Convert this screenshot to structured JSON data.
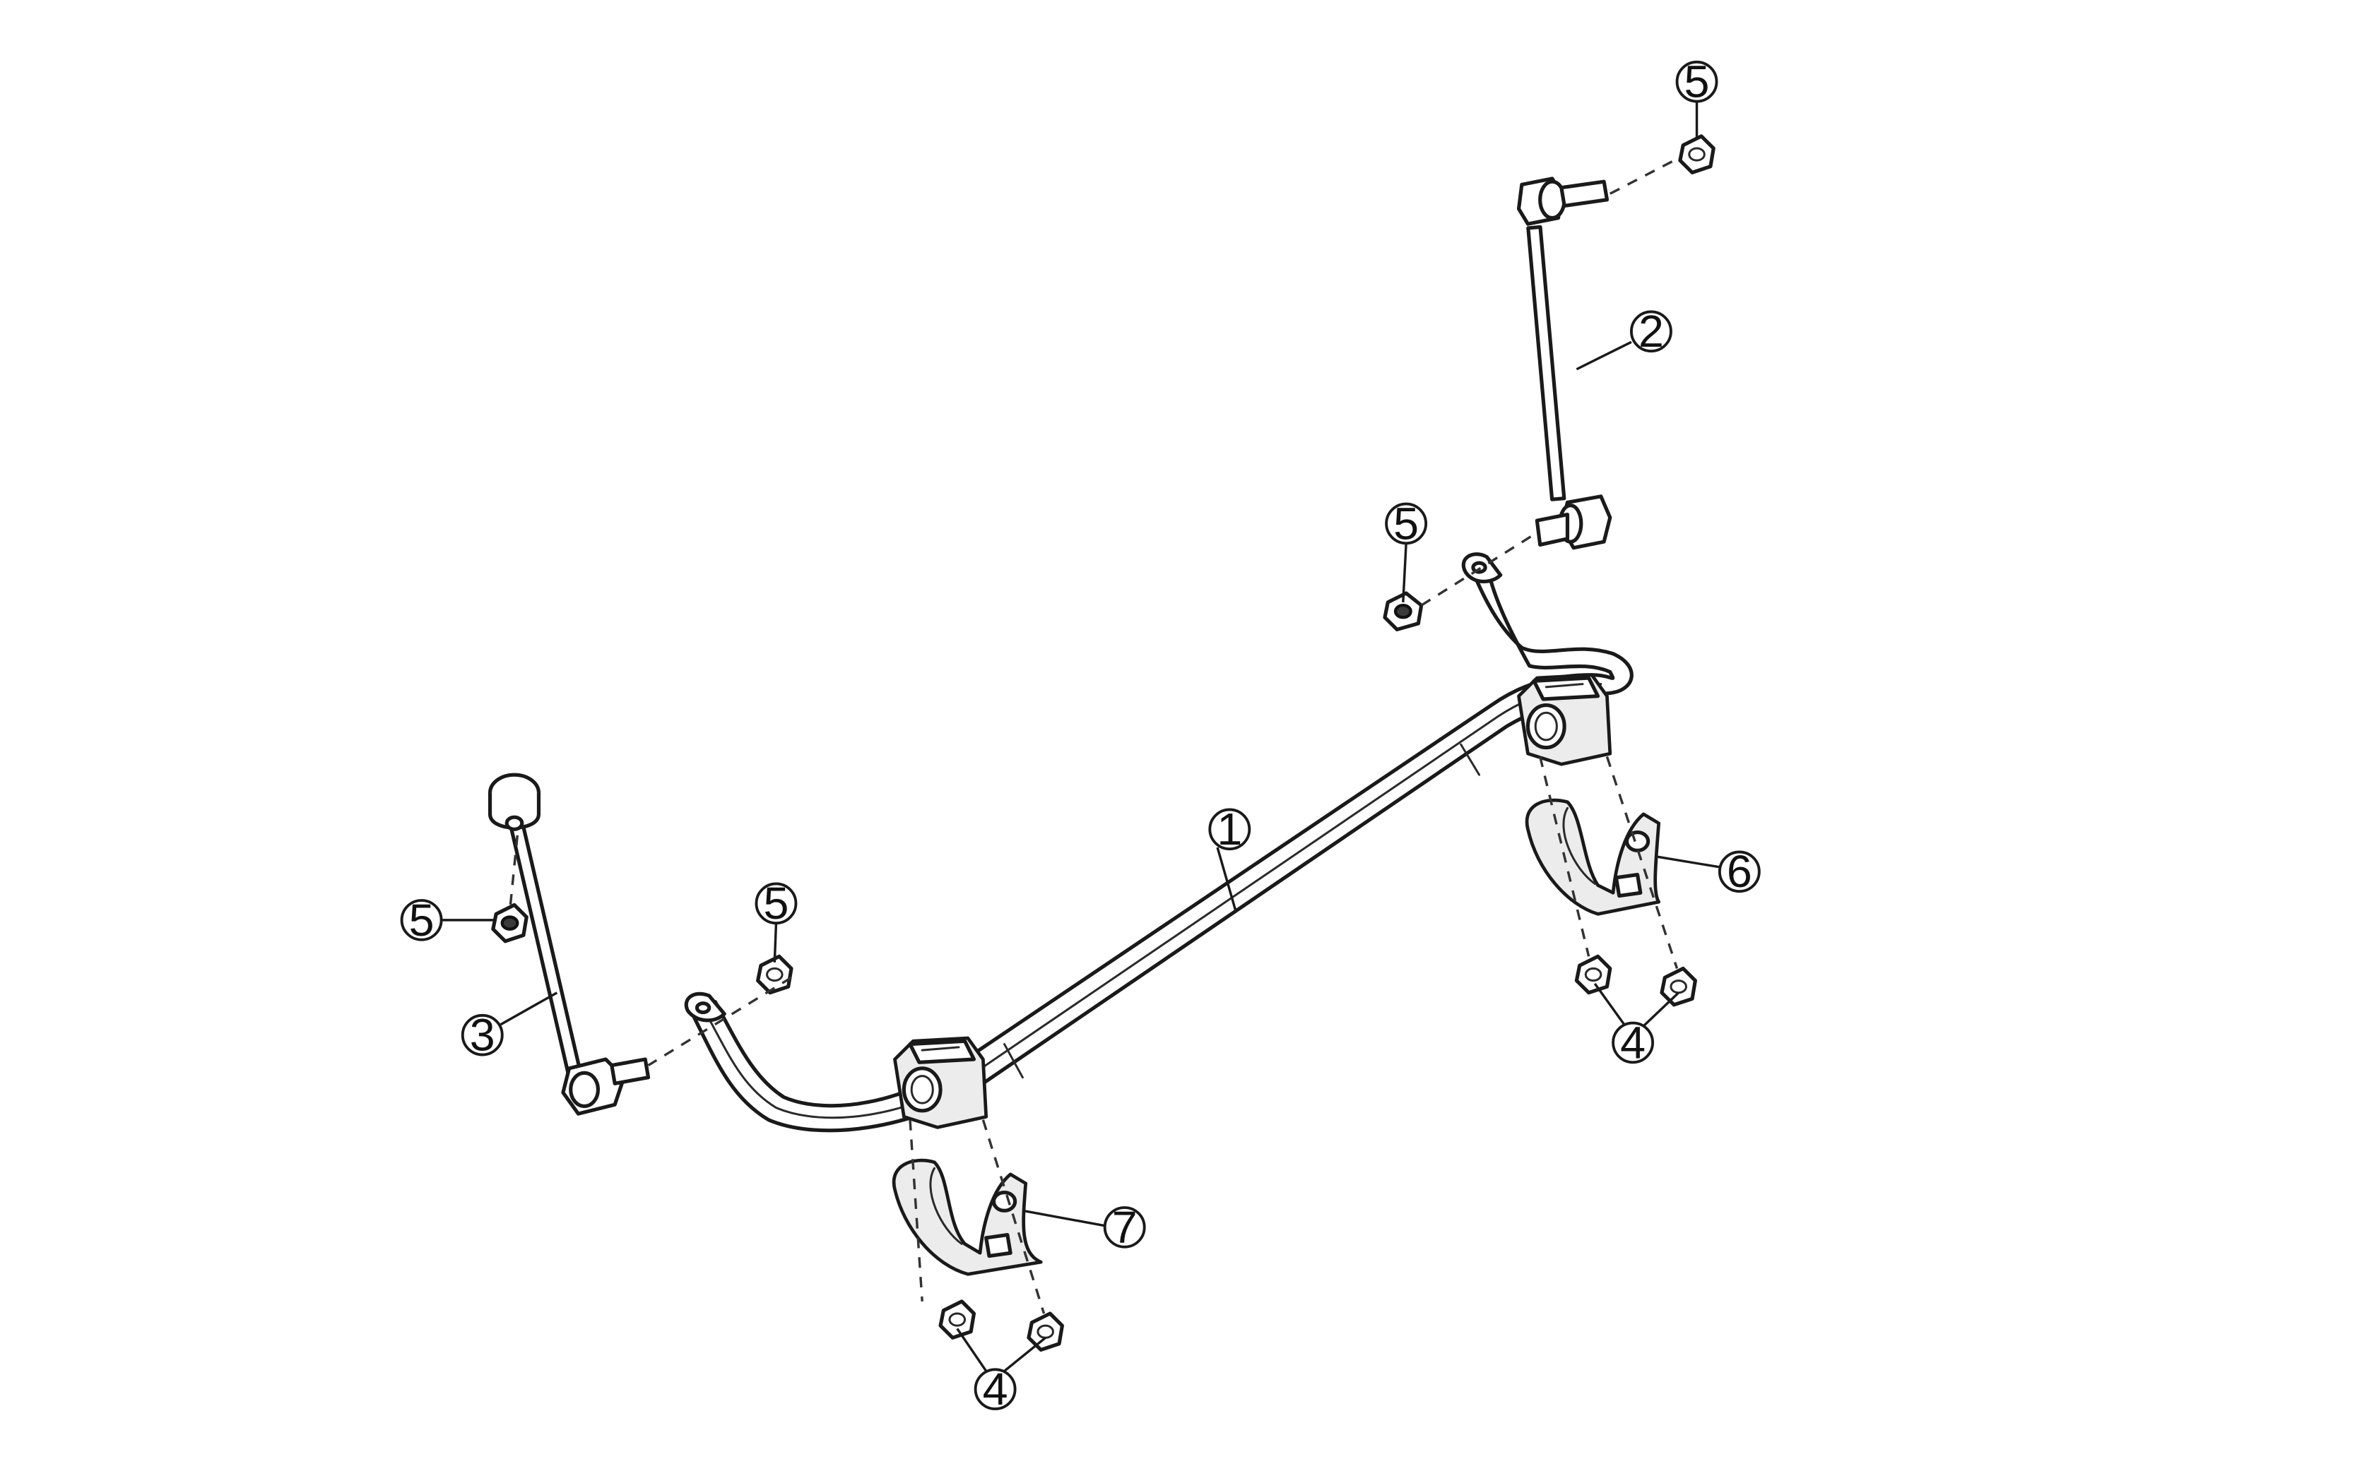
{
  "callouts": [
    {
      "id": "c1",
      "number": "1",
      "part": "stabilizer-bar"
    },
    {
      "id": "c2",
      "number": "2",
      "part": "right-stabilizer-link"
    },
    {
      "id": "c3",
      "number": "3",
      "part": "left-stabilizer-link"
    },
    {
      "id": "c4a",
      "number": "4",
      "part": "bracket-nuts-right"
    },
    {
      "id": "c4b",
      "number": "4",
      "part": "bracket-nuts-left"
    },
    {
      "id": "c5a",
      "number": "5",
      "part": "link-upper-nut-right"
    },
    {
      "id": "c5b",
      "number": "5",
      "part": "link-lower-nut-right"
    },
    {
      "id": "c5c",
      "number": "5",
      "part": "link-upper-nut-left"
    },
    {
      "id": "c5d",
      "number": "5",
      "part": "link-lower-nut-left"
    },
    {
      "id": "c6",
      "number": "6",
      "part": "right-bushing-bracket"
    },
    {
      "id": "c7",
      "number": "7",
      "part": "left-bushing-bracket"
    }
  ]
}
